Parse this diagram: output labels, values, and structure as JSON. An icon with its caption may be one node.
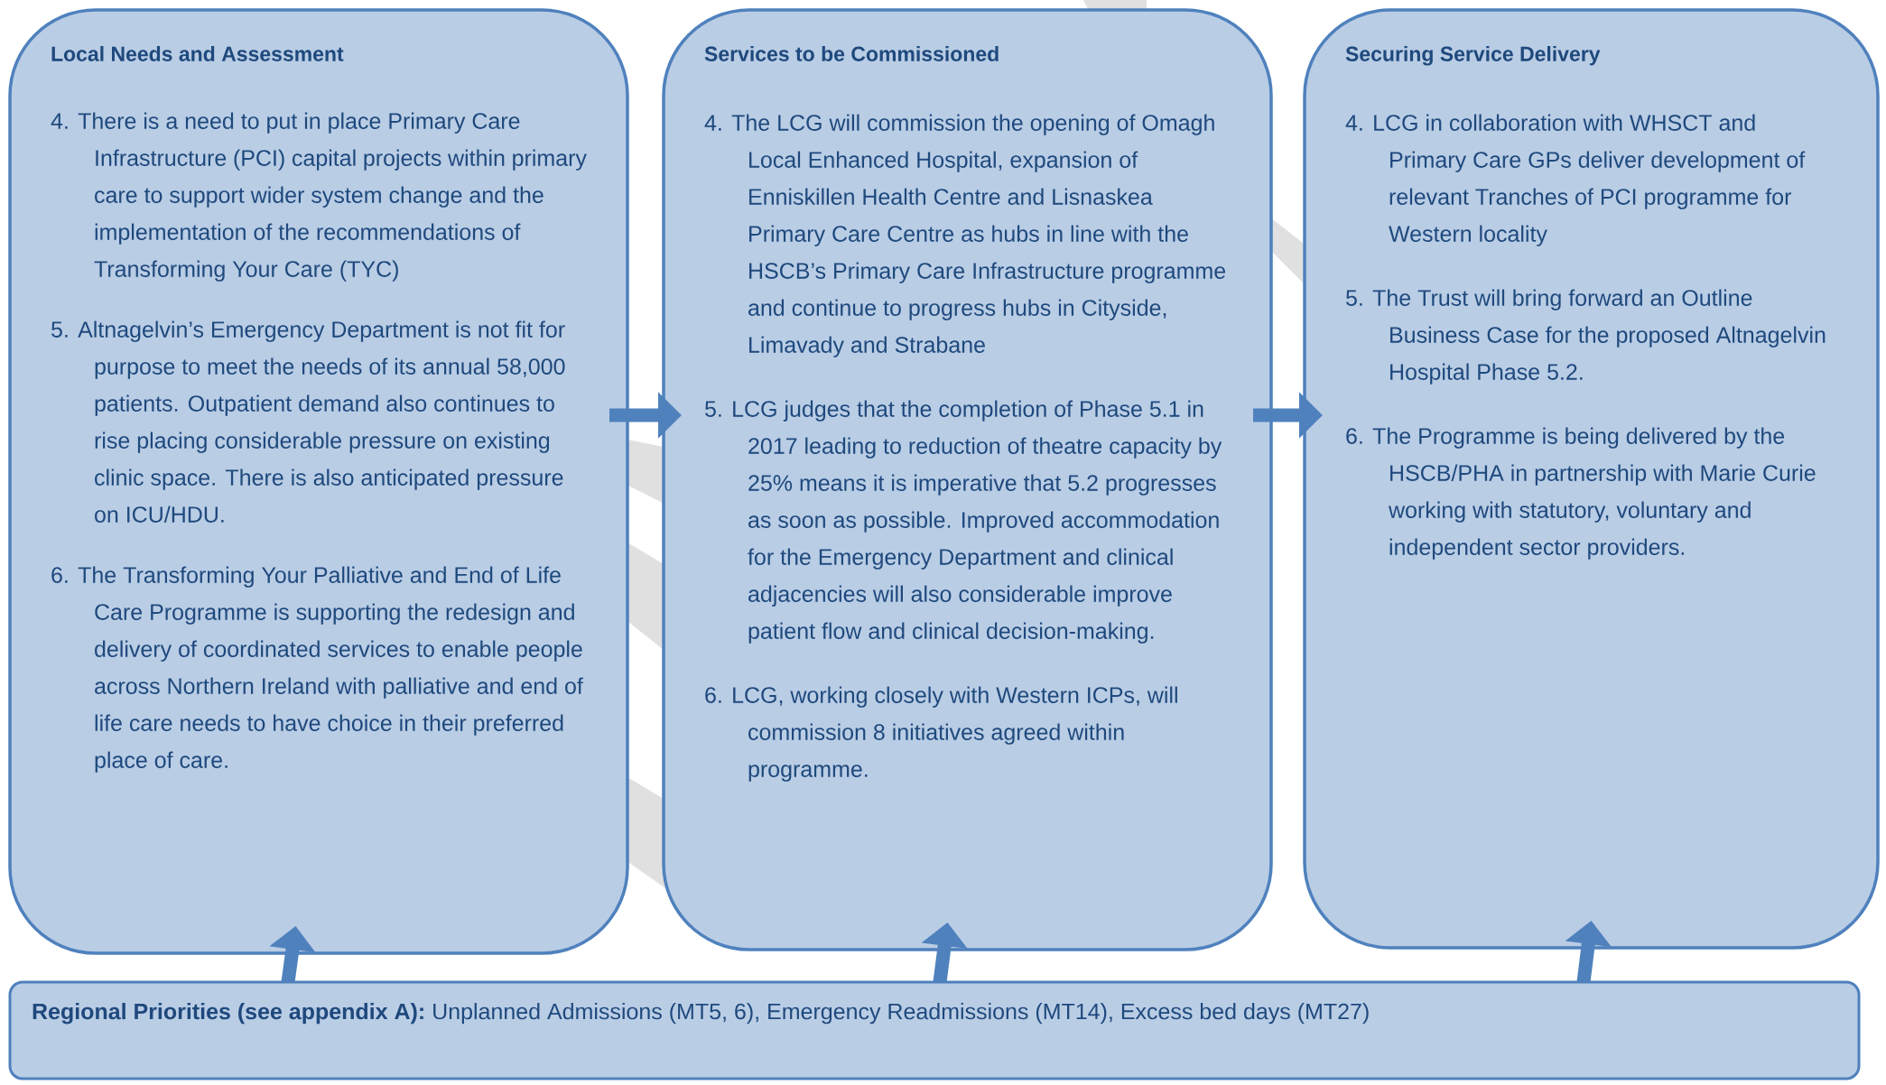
{
  "diagram": {
    "nodes": [
      {
        "text": [
          "Local Needs and Assessment",
          "4. There is a need to put in place Primary Care Infrastructure (PCI) capital projects within primary care to support wider system change and the implementation of the recommendations of Transforming Your Care (TYC)",
          "5. Altnagelvin’s Emergency Department is not fit for purpose to meet the needs of its annual 58,000 patients.  Outpatient demand also continues to rise placing considerable pressure on existing clinic space.  There is also anticipated pressure on ICU/HDU.",
          "6. The Transforming Your Palliative and End of Life Care Programme is supporting the redesign and delivery of coordinated services to enable people across Northern Ireland with palliative and end of life care needs to have choice in their preferred place of care."
        ]
      },
      {
        "text": [
          "Services to be Commissioned",
          "4. The LCG will commission the opening of Omagh Local Enhanced Hospital, expansion of Enniskillen Health Centre and Lisnaskea Primary Care Centre as hubs in line with the HSCB’s Primary Care Infrastructure programme and continue to progress hubs in Cityside, Limavady and Strabane",
          "5. LCG judges that the completion of Phase 5.1 in 2017 leading to reduction of theatre capacity by 25% means it is imperative that 5.2 progresses as soon as possible. Improved accommodation for the Emergency Department and clinical adjacencies will also considerable improve patient flow and clinical decision-making.",
          "6. LCG, working closely with Western ICPs, will commission 8 initiatives agreed within programme."
        ]
      },
      {
        "text": [
          "Securing Service Delivery",
          "4. LCG in collaboration with WHSCT and Primary Care GPs deliver development of relevant Tranches of PCI programme for Western locality",
          "5. The Trust will bring forward an Outline Business Case for the proposed Altnagelvin Hospital Phase 5.2.",
          "6. The Programme is being delivered by the HSCB/PHA in partnership with Marie Curie working with statutory, voluntary and independent sector providers."
        ]
      },
      {
        "text": [
          "**Regional Priorities (see appendix A):** Unplanned Admissions (MT5, 6), Emergency Readmissions (MT14), Excess bed days (MT27)"
        ]
      }
    ],
    "edges": [
      {
        "from": 0,
        "to": 1,
        "arrow": "to"
      },
      {
        "from": 1,
        "to": 2,
        "arrow": "to"
      },
      {
        "from": 3,
        "to": 0,
        "arrow": "to"
      },
      {
        "from": 3,
        "to": 1,
        "arrow": "to"
      },
      {
        "from": 3,
        "to": 2,
        "arrow": "to"
      }
    ]
  }
}
